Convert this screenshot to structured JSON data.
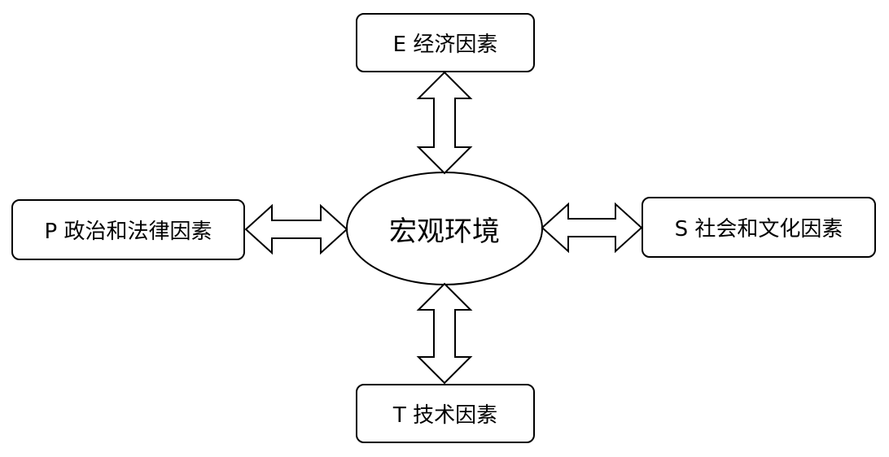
{
  "diagram": {
    "center": {
      "label": "宏观环境"
    },
    "nodes": {
      "top": {
        "label": "E 经济因素"
      },
      "bottom": {
        "label": "T 技术因素"
      },
      "left": {
        "label": "P 政治和法律因素"
      },
      "right": {
        "label": "S 社会和文化因素"
      }
    },
    "connector": "double-headed-hollow-arrow",
    "colors": {
      "stroke": "#000000",
      "fill": "#ffffff"
    }
  }
}
